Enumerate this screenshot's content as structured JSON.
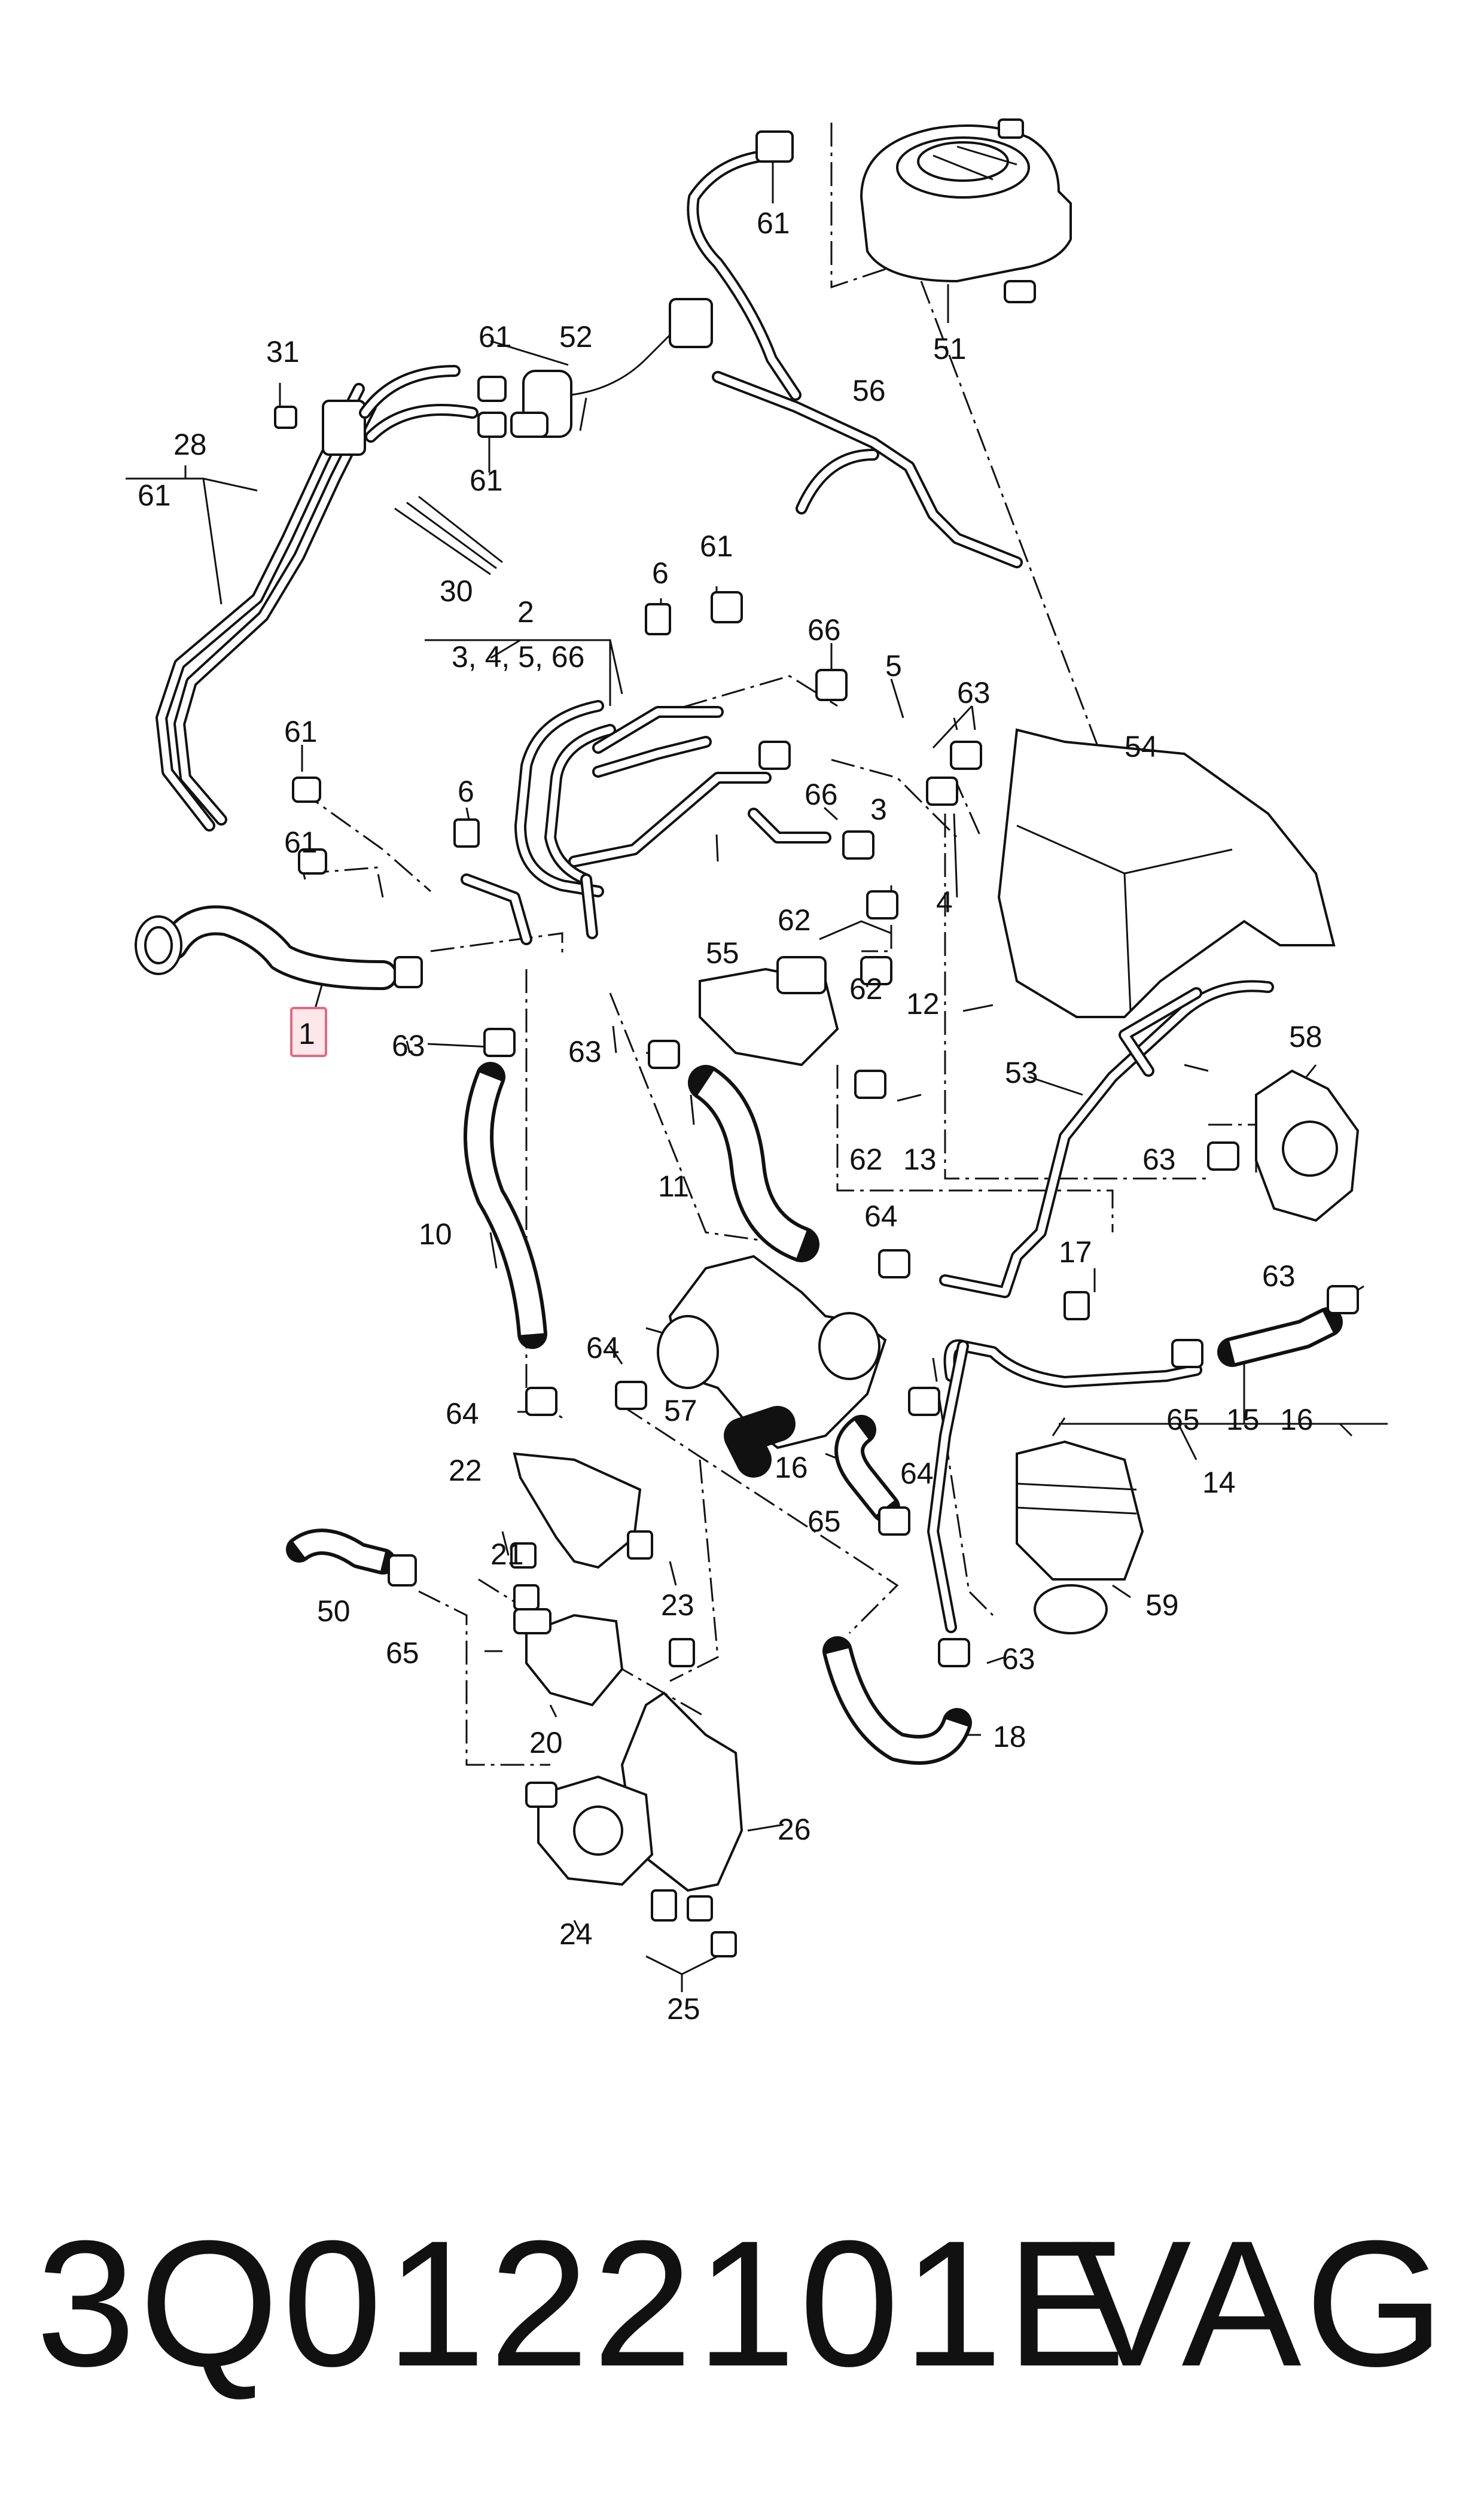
{
  "labels": {
    "l61a": "61",
    "l51": "51",
    "l61b": "61",
    "l52": "52",
    "l31": "31",
    "l61c": "61",
    "l56": "56",
    "l28": "28",
    "l61d": "61",
    "l30": "30",
    "l6a": "6",
    "l61e": "61",
    "l2": "2",
    "l2sub": "3, 4, 5, 66",
    "l66a": "66",
    "l5": "5",
    "l63a": "63",
    "l54": "54",
    "l61f": "61",
    "l6b": "6",
    "l66b": "66",
    "l3": "3",
    "l61g": "61",
    "l4": "4",
    "l62a": "62",
    "l55": "55",
    "l62b": "62",
    "l12": "12",
    "l1": "1",
    "l63b": "63",
    "l63c": "63",
    "l53": "53",
    "l58": "58",
    "l62c": "62",
    "l13": "13",
    "l63d": "63",
    "l11": "11",
    "l64a": "64",
    "l10": "10",
    "l17": "17",
    "l63e": "63",
    "l64b": "64",
    "l57": "57",
    "l64c": "64",
    "l65a": "65",
    "l15": "15",
    "l16a": "16",
    "l14": "14",
    "l22": "22",
    "l16b": "16",
    "l64d": "64",
    "l65b": "65",
    "l21": "21",
    "l50": "50",
    "l65c": "65",
    "l23": "23",
    "l59": "59",
    "l63f": "63",
    "l20": "20",
    "l18": "18",
    "l26": "26",
    "l24": "24",
    "l25": "25"
  },
  "footer": {
    "part_number": "3Q0122101E",
    "brand": "VAG"
  },
  "colors": {
    "highlight_fill": "#fde7ea",
    "highlight_stroke": "#e06b7d",
    "ink": "#111111"
  }
}
